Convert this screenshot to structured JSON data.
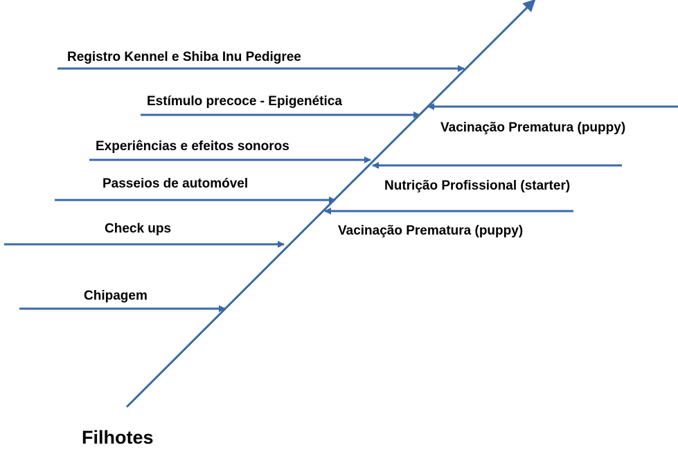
{
  "diagram": {
    "type": "fishbone",
    "line_color": "#3a68a8",
    "text_color": "#000000",
    "title": "Filhotes",
    "causes_left": [
      "Registro Kennel e Shiba Inu Pedigree",
      "Estímulo precoce - Epigenética",
      "Experiências e efeitos sonoros",
      "Passeios de automóvel",
      "Check ups",
      "Chipagem"
    ],
    "causes_right": [
      "Vacinação Prematura (puppy)",
      "Nutrição Profissional (starter)",
      "Vacinação Prematura (puppy)"
    ]
  }
}
